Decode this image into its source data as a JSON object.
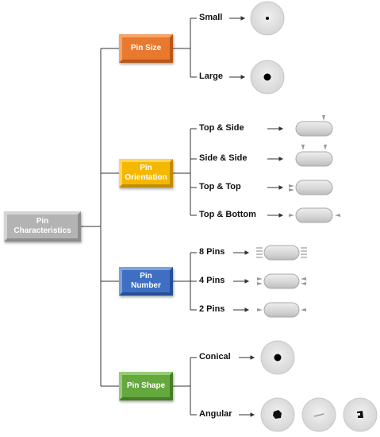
{
  "diagram": {
    "root": {
      "line1": "Pin",
      "line2": "Characteristics"
    },
    "categories": {
      "pin_size": {
        "label": "Pin Size",
        "color": "#e8792f",
        "leaves": {
          "small": "Small",
          "large": "Large"
        }
      },
      "pin_orientation": {
        "line1": "Pin",
        "line2": "Orientation",
        "color": "#f5b800",
        "leaves": {
          "top_side": "Top & Side",
          "side_side": "Side & Side",
          "top_top": "Top & Top",
          "top_bottom": "Top & Bottom"
        }
      },
      "pin_number": {
        "line1": "Pin",
        "line2": "Number",
        "color": "#3e6fc3",
        "leaves": {
          "eight": "8 Pins",
          "four": "4 Pins",
          "two": "2 Pins"
        }
      },
      "pin_shape": {
        "label": "Pin Shape",
        "color": "#65a83d",
        "leaves": {
          "conical": "Conical",
          "angular": "Angular"
        }
      }
    }
  }
}
